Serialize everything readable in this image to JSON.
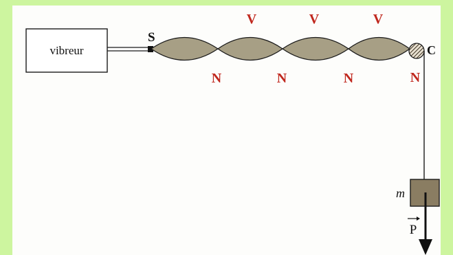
{
  "diagram": {
    "vibrator_label": "vibreur",
    "source_label": "S",
    "pulley_label": "C",
    "mass_label": "m",
    "weight_label": "P",
    "antinode_labels": [
      "V",
      "V",
      "V"
    ],
    "node_labels": [
      "N",
      "N",
      "N",
      "N"
    ],
    "colors": {
      "background": "#cdf59f",
      "panel": "#fdfdfb",
      "node_antinode_labels": "#c0281e",
      "string_envelope": "#a79f85",
      "mass_block": "#8a7d62"
    }
  }
}
